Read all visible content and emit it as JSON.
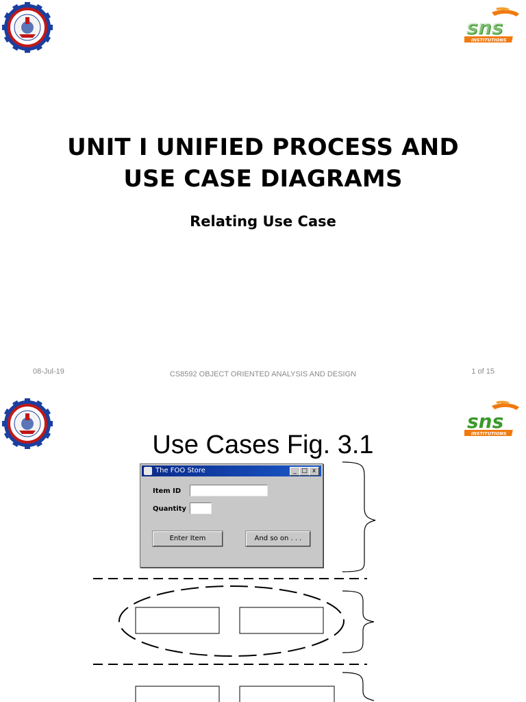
{
  "slide1": {
    "title_line1": "UNIT I UNIFIED PROCESS AND",
    "title_line2": "USE CASE DIAGRAMS",
    "subtitle": "Relating Use Case",
    "footer": {
      "date": "08-Jul-19",
      "course": "CS8592 OBJECT ORIENTED ANALYSIS AND DESIGN",
      "page": "1 of 15"
    },
    "logo_right_text": "INSTITUTIONS"
  },
  "slide2": {
    "title": "Use Cases Fig. 3.1",
    "window": {
      "title": "The FOO Store",
      "min_label": "_",
      "max_label": "□",
      "close_label": "x",
      "item_id_label": "Item ID",
      "quantity_label": "Quantity",
      "item_id_value": "",
      "quantity_value": "",
      "enter_button": "Enter Item",
      "and_so_on_button": "And so on . . ."
    }
  },
  "colors": {
    "footer_text": "#8a8a8a",
    "window_bg": "#c8c8c8",
    "titlebar": "#0a2a8a",
    "sns_orange": "#f07a10",
    "sns_green": "#3a9a2a"
  }
}
